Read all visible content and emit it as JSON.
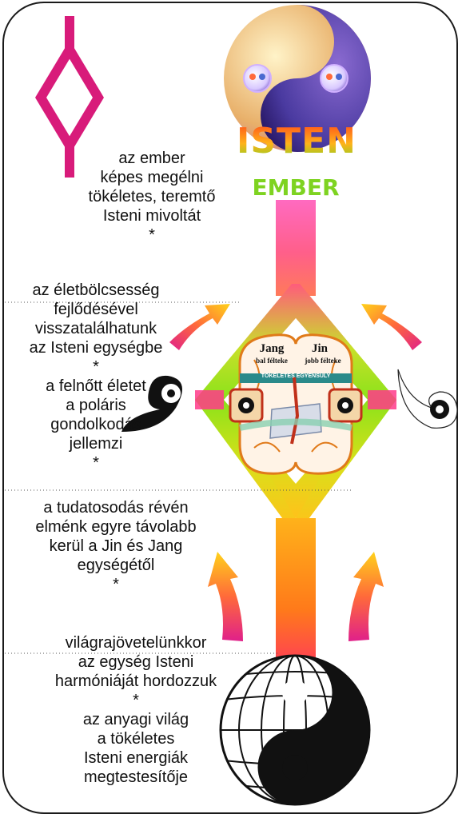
{
  "titles": {
    "isten": "ISTEN",
    "ember": "EMBER"
  },
  "brain": {
    "left_label": "Jang",
    "left_sub": "bal félteke",
    "right_label": "Jin",
    "right_sub": "jobb félteke",
    "band": "TÖKÉLETES EGYENSÚLY"
  },
  "text_blocks": [
    [
      "az ember",
      "képes megélni",
      "tökéletes, teremtő",
      "Isteni mivoltát",
      "*"
    ],
    [
      "az életbölcsesség",
      "fejlődésével",
      "visszatalálhatunk",
      "az Isteni egységbe",
      "*",
      "a felnőtt életet",
      "a poláris",
      "gondolkodás",
      "jellemzi",
      "*"
    ],
    [
      "a tudatosodás révén",
      "elménk egyre távolabb",
      "kerül a Jin és Jang",
      "egységétől",
      "*"
    ],
    [
      "világrajövetelünkkor",
      "az egység Isteni",
      "harmóniáját hordozzuk",
      "*",
      "az anyagi világ",
      "a tökéletes",
      "Isteni energiák",
      "megtestesítője"
    ]
  ],
  "colors": {
    "rune": "#d81b7a",
    "green": "#8be21a",
    "yellow": "#ffd21a",
    "pink": "#ff2e8a",
    "orange": "#ff8a1a",
    "title_green": "#7ed321"
  },
  "icons": [
    "rune-symbol",
    "yin-yang-sphere",
    "yin-yang-left",
    "yin-yang-right",
    "globe-yin-yang",
    "brain-icon",
    "arrow-icon"
  ]
}
